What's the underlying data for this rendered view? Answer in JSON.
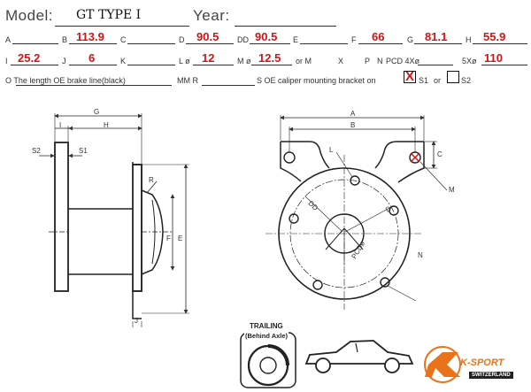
{
  "header": {
    "model_label": "Model:",
    "model_value": "GT TYPE  I",
    "year_label": "Year:",
    "year_value": ""
  },
  "row1": [
    {
      "label": "A",
      "value": ""
    },
    {
      "label": "B",
      "value": "113.9"
    },
    {
      "label": "C",
      "value": ""
    },
    {
      "label": "D",
      "value": "90.5"
    },
    {
      "label": "DD",
      "value": "90.5"
    },
    {
      "label": "E",
      "value": ""
    },
    {
      "label": "F",
      "value": "66"
    },
    {
      "label": "G",
      "value": "81.1"
    },
    {
      "label": "H",
      "value": "55.9"
    }
  ],
  "row2": [
    {
      "label": "I",
      "value": "25.2"
    },
    {
      "label": "J",
      "value": "6"
    },
    {
      "label": "K",
      "value": ""
    },
    {
      "label": "L ø",
      "value": "12"
    },
    {
      "label": "M ø",
      "value": "12.5"
    },
    {
      "label": "or M",
      "value": ""
    },
    {
      "label": "X",
      "value": ""
    },
    {
      "label": "P",
      "value": ""
    },
    {
      "label": "N",
      "value": ""
    },
    {
      "label": "PCD 4Xø",
      "value": ""
    },
    {
      "label": "5Xø",
      "value": "110"
    }
  ],
  "row3": {
    "o_text": "O The length OE brake line(black)",
    "mm_r": "MM R",
    "s_text": "S OE caliper mounting bracket on",
    "s1_label": "S1",
    "or_label": "or",
    "s2_label": "S2",
    "s1_checked": "X"
  },
  "drawing_labels": {
    "side": {
      "G": "G",
      "I": "I",
      "H": "H",
      "S2": "S2",
      "S1": "S1",
      "R": "R",
      "F": "F",
      "E": "E",
      "J": "J"
    },
    "front": {
      "A": "A",
      "B": "B",
      "C": "C",
      "L": "L",
      "M": "M",
      "DD": "DD",
      "D": "D",
      "N": "N",
      "PCD": "PCDø"
    }
  },
  "badge": {
    "line1": "TRAILING",
    "line2": "(Behind Axle)"
  },
  "logo": {
    "brand": "K-SPORT",
    "sub": "SWITZERLAND",
    "color": "#e8731a"
  }
}
